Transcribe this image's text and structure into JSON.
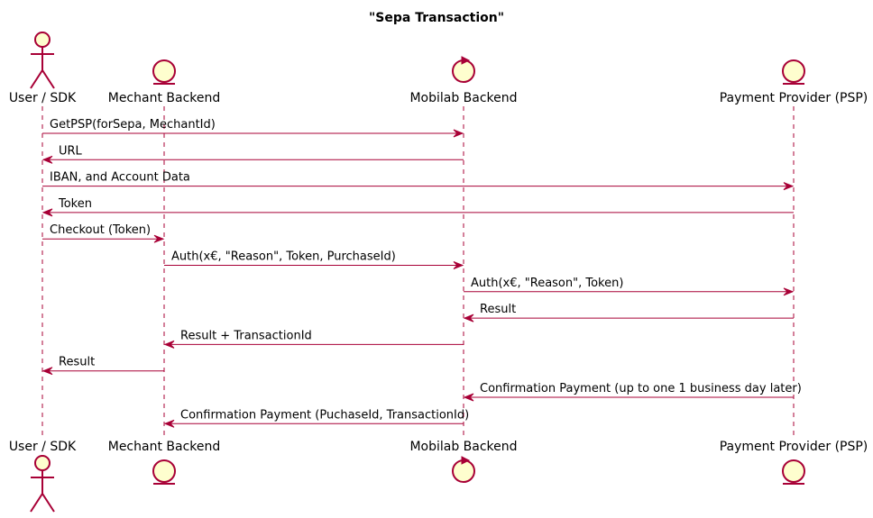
{
  "diagram": {
    "title": "\"Sepa Transaction\"",
    "participants": [
      {
        "id": "user",
        "name": "User / SDK",
        "kind": "actor"
      },
      {
        "id": "merchant",
        "name": "Mechant Backend",
        "kind": "entity"
      },
      {
        "id": "mobilab",
        "name": "Mobilab Backend",
        "kind": "control"
      },
      {
        "id": "psp",
        "name": "Payment Provider (PSP)",
        "kind": "entity"
      }
    ],
    "messages": [
      {
        "from": "user",
        "to": "mobilab",
        "label": "GetPSP(forSepa, MechantId)"
      },
      {
        "from": "mobilab",
        "to": "user",
        "label": "URL"
      },
      {
        "from": "user",
        "to": "psp",
        "label": "IBAN, and Account Data"
      },
      {
        "from": "psp",
        "to": "user",
        "label": "Token"
      },
      {
        "from": "user",
        "to": "merchant",
        "label": "Checkout (Token)"
      },
      {
        "from": "merchant",
        "to": "mobilab",
        "label": "Auth(x€, \"Reason\", Token, PurchaseId)"
      },
      {
        "from": "mobilab",
        "to": "psp",
        "label": "Auth(x€, \"Reason\", Token)"
      },
      {
        "from": "psp",
        "to": "mobilab",
        "label": "Result"
      },
      {
        "from": "mobilab",
        "to": "merchant",
        "label": "Result + TransactionId"
      },
      {
        "from": "merchant",
        "to": "user",
        "label": "Result"
      },
      {
        "from": "psp",
        "to": "mobilab",
        "label": "Confirmation Payment (up to one 1 business day later)"
      },
      {
        "from": "mobilab",
        "to": "merchant",
        "label": "Confirmation Payment (PuchaseId, TransactionId)"
      }
    ]
  },
  "colors": {
    "line": "#A80036",
    "participant_fill": "#FEFECE",
    "text": "#000000",
    "background": "#FFFFFF"
  }
}
